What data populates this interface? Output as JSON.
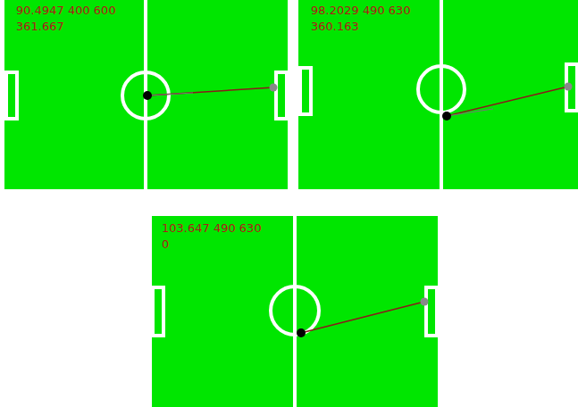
{
  "diagram": {
    "labels": [
      "90.4947 400 600",
      "361.667",
      "98.2029 490 630",
      "360.163",
      "103.647 490 630",
      "0"
    ]
  }
}
